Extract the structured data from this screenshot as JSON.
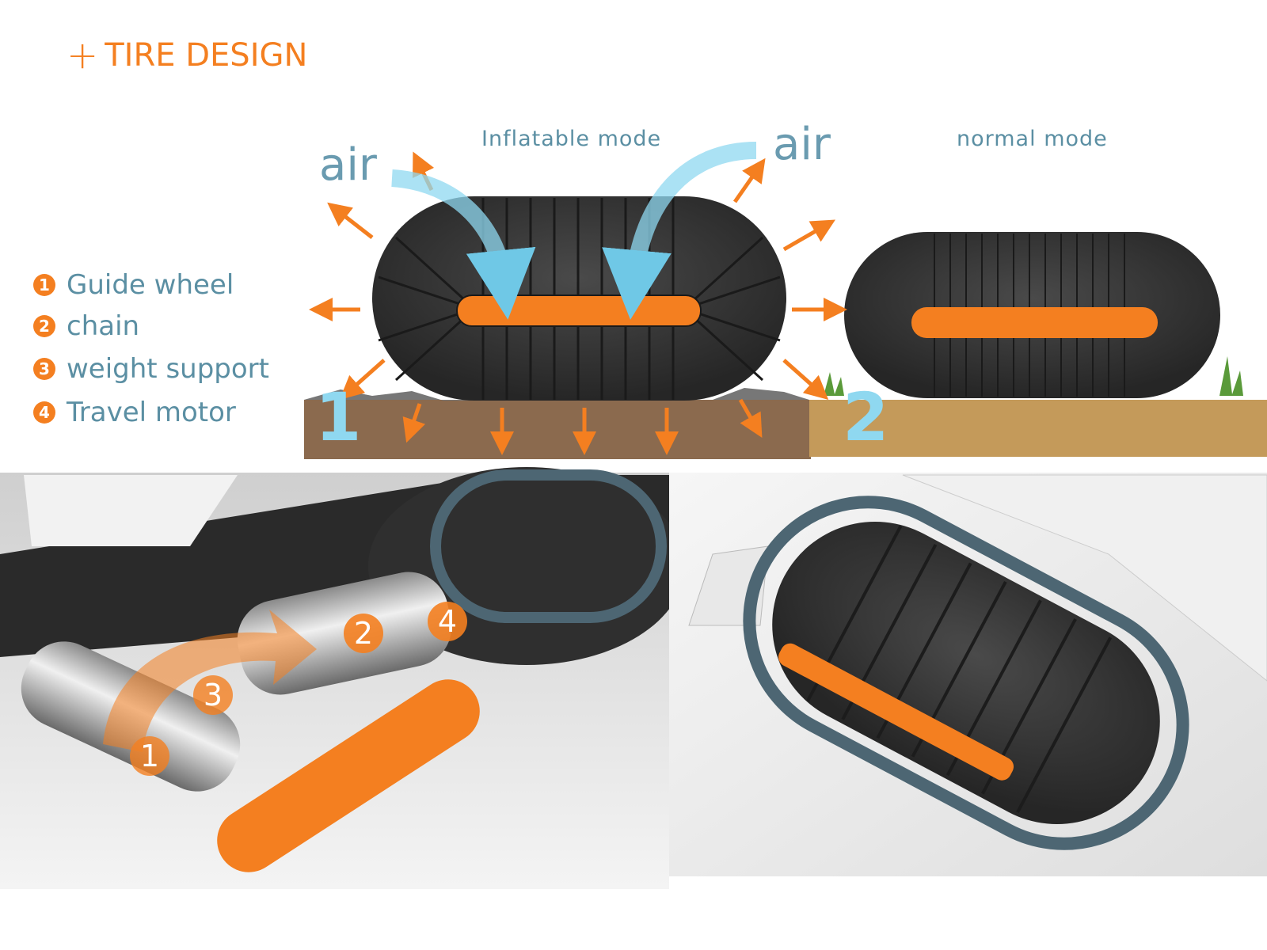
{
  "title": {
    "icon": "plus-icon",
    "text": "TIRE DESIGN"
  },
  "legend": [
    {
      "number": "1",
      "label": "Guide wheel"
    },
    {
      "number": "2",
      "label": "chain"
    },
    {
      "number": "3",
      "label": "weight support"
    },
    {
      "number": "4",
      "label": "Travel motor"
    }
  ],
  "diagram": {
    "inflatable_label": "Inflatable mode",
    "normal_label": "normal mode",
    "air_left": "air",
    "air_right": "air",
    "ground_markers": [
      "1",
      "2"
    ]
  },
  "photo_callouts": [
    "1",
    "2",
    "3",
    "4"
  ],
  "colors": {
    "accent": "#f47f20",
    "text": "#5b8fa3",
    "air": "#8fd8f0",
    "tire": "#3a3a3a",
    "soil": "#8b6a4e",
    "sand": "#c49a5a",
    "frame": "#4d6673"
  }
}
